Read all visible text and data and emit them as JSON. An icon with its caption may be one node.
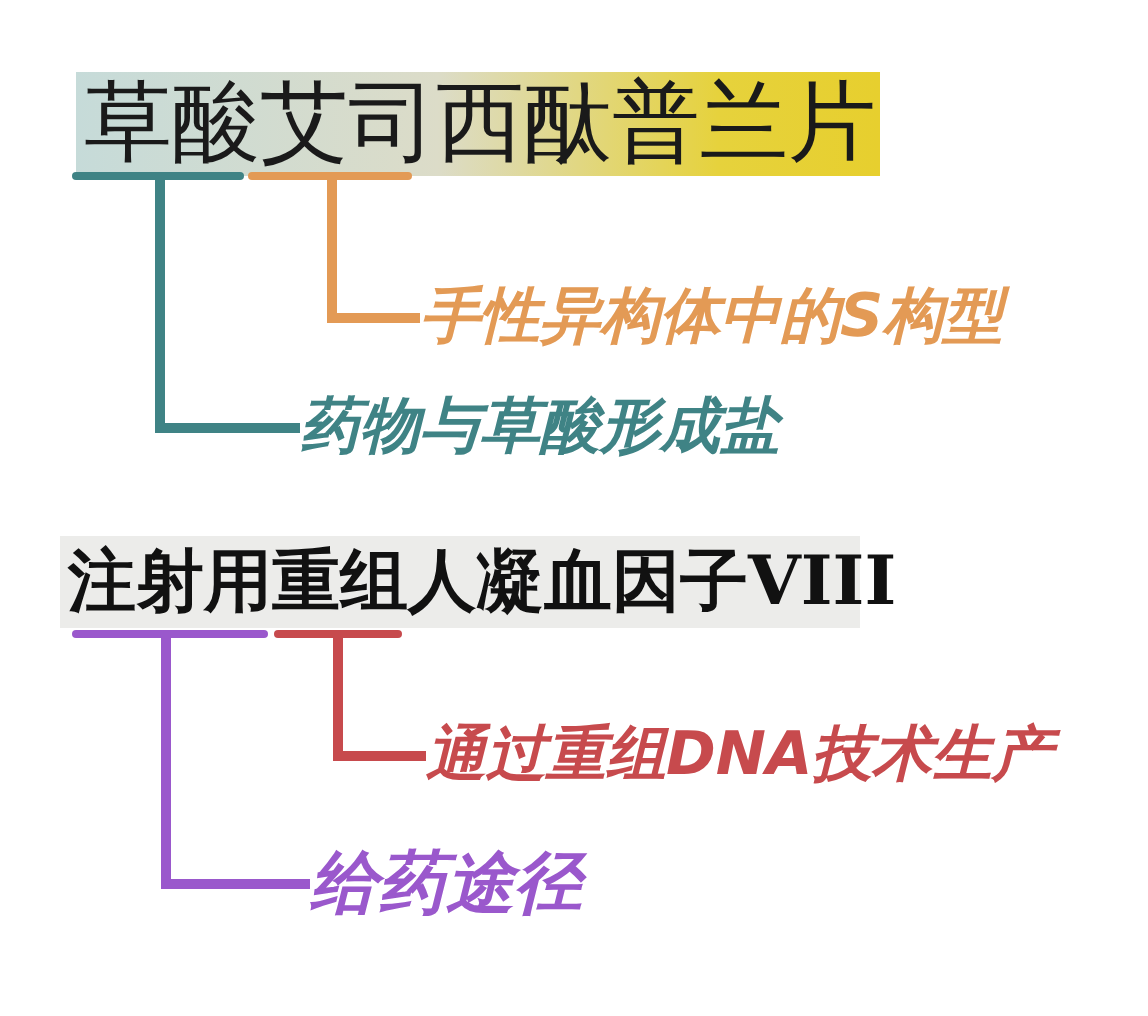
{
  "diagram": {
    "nodes": [
      {
        "text": [
          "草酸艾司西酞普兰片"
        ]
      },
      {
        "text": [],
        "shape": "bar"
      },
      {
        "text": [],
        "shape": "bar"
      },
      {
        "text": [
          "手性异构体中的S构型"
        ]
      },
      {
        "text": [
          "药物与草酸形成盐"
        ]
      },
      {
        "text": [
          "注射用重组人凝血因子VIII"
        ]
      },
      {
        "text": [],
        "shape": "bar"
      },
      {
        "text": [],
        "shape": "bar"
      },
      {
        "text": [
          "通过重组DNA技术生产"
        ]
      },
      {
        "text": [
          "给药途径"
        ]
      }
    ],
    "edges": [
      {
        "from": 1,
        "to": 4,
        "arrow": "none",
        "color": "#3f8385"
      },
      {
        "from": 2,
        "to": 3,
        "arrow": "none",
        "color": "#e39a55"
      },
      {
        "from": 6,
        "to": 9,
        "arrow": "none",
        "color": "#9a58cc"
      },
      {
        "from": 7,
        "to": 8,
        "arrow": "none",
        "color": "#c74a4d"
      }
    ]
  }
}
